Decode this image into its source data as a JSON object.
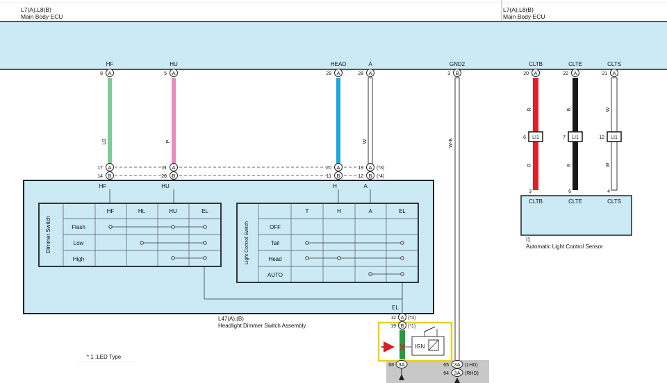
{
  "ecu": {
    "left_code": "L7(A),L8(B)",
    "left_name": "Main Body ECU",
    "right_code": "L7(A),L8(B)",
    "right_name": "Main Body ECU"
  },
  "ecu_pins": [
    {
      "signal": "HF",
      "pin": "8",
      "conn": "A"
    },
    {
      "signal": "HU",
      "pin": "5",
      "conn": "A"
    },
    {
      "signal": "HEAD",
      "pin": "29",
      "conn": "A"
    },
    {
      "signal": "A",
      "pin": "28",
      "conn": "A"
    },
    {
      "signal": "GND2",
      "pin": "3",
      "conn": "B"
    },
    {
      "signal": "CLTB",
      "pin": "20",
      "conn": "A"
    },
    {
      "signal": "CLTE",
      "pin": "22",
      "conn": "A"
    },
    {
      "signal": "CLTS",
      "pin": "21",
      "conn": "A"
    }
  ],
  "wire_colors": {
    "lg": "#7ecb9a",
    "p": "#e98ac2",
    "head": "#1aa7e0",
    "r": "#e41e2b",
    "b": "#1a1a1a",
    "ign_green": "#1f9e3c",
    "panel": "#cce9f6",
    "highlight": "#e8d21c",
    "arrow": "#d61f26",
    "gray_block": "#c8c8c8"
  },
  "wire_labels": {
    "lg": "LG",
    "p": "P",
    "a": "W",
    "gnd": "W-B",
    "clt_r_top": "R",
    "clt_b_top": "B",
    "clt_w_top": "W",
    "clt_r_bot": "R",
    "clt_b_bot": "B",
    "clt_w_bot": "W"
  },
  "switch_conn_a": [
    {
      "pin": "17",
      "conn": "A"
    },
    {
      "pin": "11",
      "conn": "A"
    },
    {
      "pin": "20",
      "conn": "A"
    },
    {
      "pin": "19",
      "conn": "A"
    }
  ],
  "switch_conn_b": [
    {
      "pin": "14",
      "conn": "B"
    },
    {
      "pin": "20",
      "conn": "B"
    },
    {
      "pin": "11",
      "conn": "B"
    },
    {
      "pin": "12",
      "conn": "B"
    }
  ],
  "notes": {
    "n3": "(*3)",
    "n4": "(*4)",
    "n1": "(*1)",
    "footnote": "* 1 :LED Type"
  },
  "assembly": {
    "terminals": [
      "HF",
      "HU",
      "H",
      "A"
    ],
    "el_label": "EL",
    "el_pin_a": "12",
    "el_conn_a": "A",
    "el_pin_b": "19",
    "el_conn_b": "B",
    "code": "L47(A),(B)",
    "name": "Headlight Dimmer Switch Assembly"
  },
  "dimmer_table": {
    "side_label": "Dimmer Switch",
    "columns": [
      "HF",
      "HL",
      "HU",
      "EL"
    ],
    "rows": [
      "Flash",
      "Low",
      "High"
    ]
  },
  "light_table": {
    "side_label": "Light Control Switch",
    "columns": [
      "T",
      "H",
      "A",
      "EL"
    ],
    "rows": [
      "OFF",
      "Tail",
      "Head",
      "AUTO"
    ]
  },
  "junctions": [
    {
      "pin": "6",
      "label": "LI1"
    },
    {
      "pin": "7",
      "label": "LI1"
    },
    {
      "pin": "12",
      "label": "LI1"
    }
  ],
  "sensor": {
    "pins": [
      "3",
      "6",
      "4"
    ],
    "terminals": [
      "CLTB",
      "CLTE",
      "CLTS"
    ],
    "code": "I1",
    "name": "Automatic Light Control Sensor"
  },
  "ign": {
    "label": "IGN",
    "x_mark": "X",
    "pin_left": "68",
    "conn_left": "3A",
    "pin_r1": "65",
    "conn_r1": "3A",
    "tag_r1": "(LHD)",
    "pin_r2": "64",
    "conn_r2": "3A",
    "tag_r2": "(RHD)"
  }
}
